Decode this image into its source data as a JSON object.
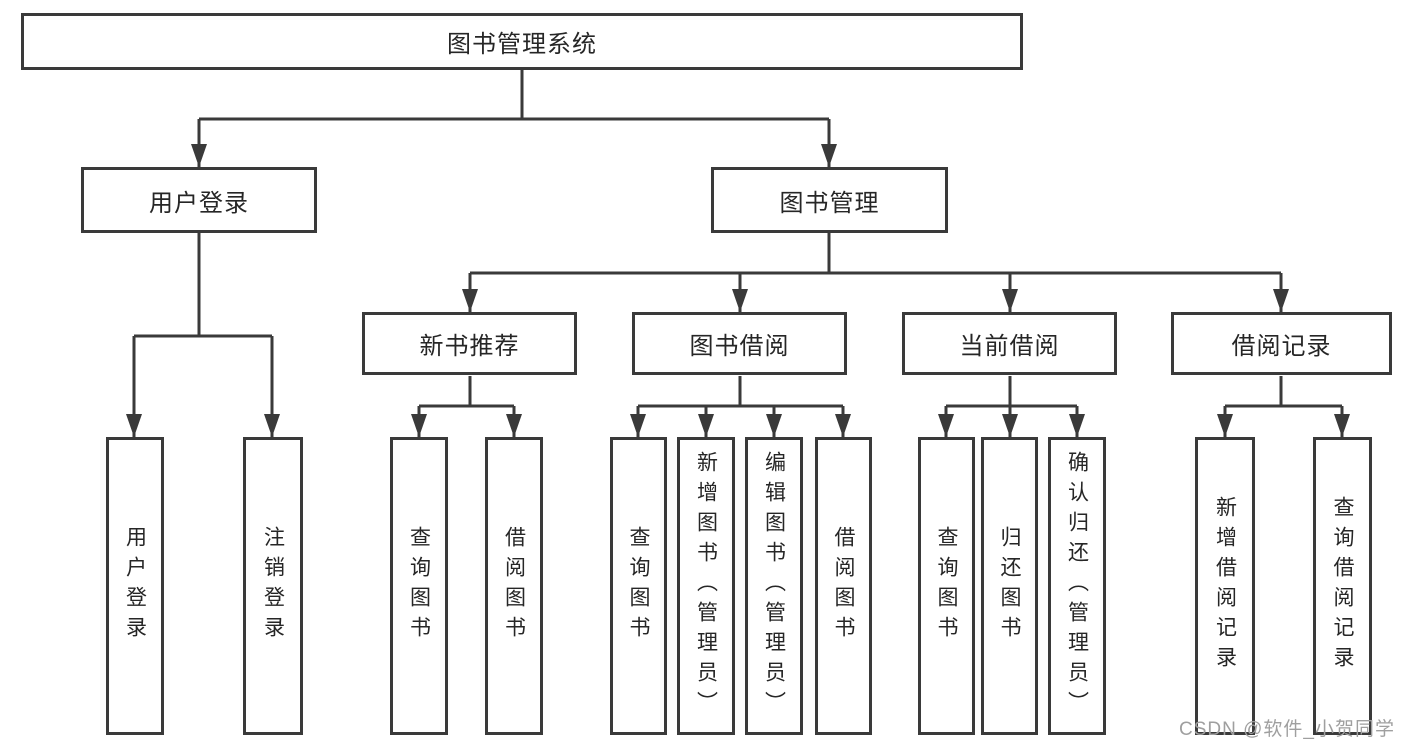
{
  "diagram": {
    "nodes": {
      "root": "图书管理系统",
      "user_login": "用户登录",
      "book_mgmt": "图书管理",
      "new_books": "新书推荐",
      "book_borrow": "图书借阅",
      "current_borrow": "当前借阅",
      "borrow_records": "借阅记录"
    },
    "leaves": {
      "user_login_leaf": "用户登录",
      "user_logout_leaf": "注销登录",
      "nb_query_books": "查询图书",
      "nb_borrow_books": "借阅图书",
      "bb_query_books": "查询图书",
      "bb_add_books": "新增图书（管理员）",
      "bb_edit_books": "编辑图书（管理员）",
      "bb_borrow_books": "借阅图书",
      "cb_query_books": "查询图书",
      "cb_return_books": "归还图书",
      "cb_confirm_return": "确认归还（管理员）",
      "br_add_record": "新增借阅记录",
      "br_query_record": "查询借阅记录"
    },
    "watermark": "CSDN @软件_小贺同学",
    "colors": {
      "line": "#3a3a3a",
      "text": "#262626",
      "watermark": "#9f9f9f"
    }
  }
}
